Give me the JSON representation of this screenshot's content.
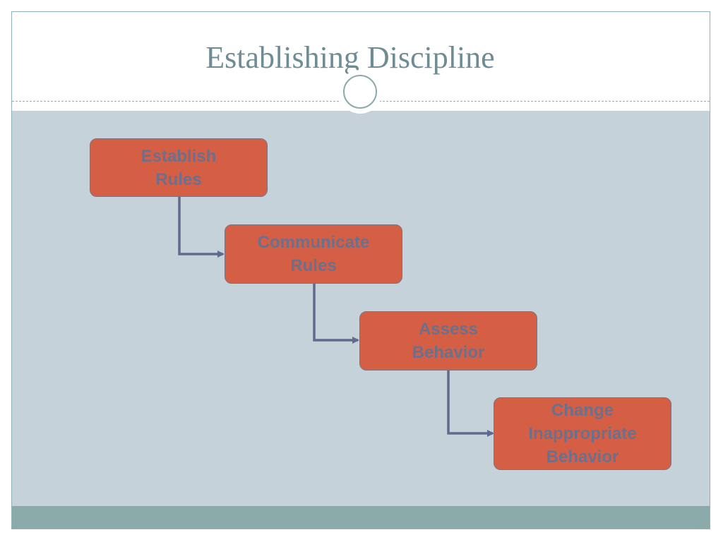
{
  "title": "Establishing Discipline",
  "colors": {
    "title": "#6e8c94",
    "content_background": "#c6d2da",
    "footer_bar": "#8aabaa",
    "box_fill": "#d45f44",
    "box_text": "#6b708c",
    "connector": "#5f6b8c"
  },
  "diagram": {
    "type": "staircase-process",
    "steps": [
      {
        "label": "Establish\nRules"
      },
      {
        "label": "Communicate\nRules"
      },
      {
        "label": "Assess\nBehavior"
      },
      {
        "label": "Change\nInappropriate\nBehavior"
      }
    ]
  }
}
